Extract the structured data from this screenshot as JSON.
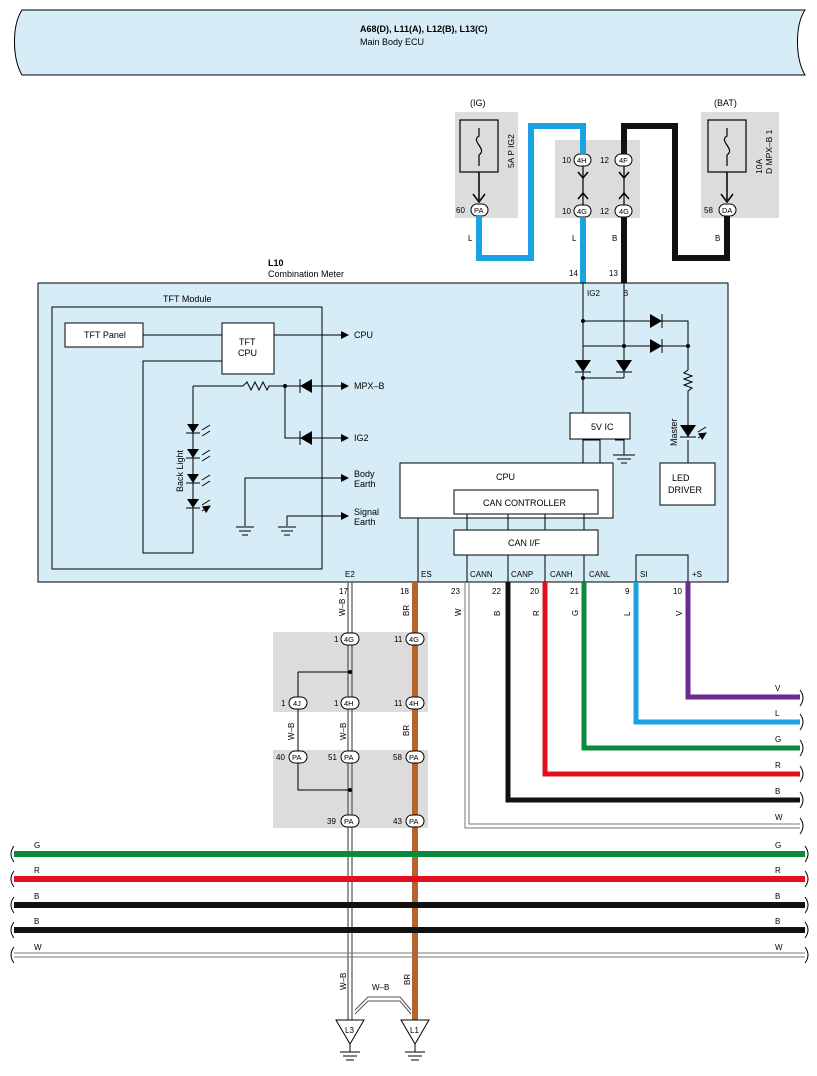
{
  "header": {
    "code": "A68(D), L11(A), L12(B), L13(C)",
    "name": "Main Body ECU"
  },
  "fuse_ig": {
    "group": "(IG)",
    "name": "5A P IG2",
    "pin": "60",
    "conn": "PA",
    "wire": "L"
  },
  "fuse_bat": {
    "group": "(BAT)",
    "amp": "10A",
    "name": "D MPX–B 1",
    "pin": "58",
    "conn": "DA",
    "wire": "B"
  },
  "jblock_top": {
    "pin_l_top": "10",
    "conn_l_top": "4H",
    "pin_r_top": "12",
    "conn_r_top": "4F",
    "pin_l_bot": "10",
    "conn_l_bot": "4G",
    "pin_r_bot": "12",
    "conn_r_bot": "4G",
    "wire_l": "L",
    "wire_r": "B"
  },
  "meter": {
    "code": "L10",
    "name": "Combination Meter",
    "pin_ig2": "14",
    "pin_b": "13",
    "lbl_ig2": "IG2",
    "lbl_b": "B",
    "tft_module": "TFT Module",
    "tft_panel": "TFT Panel",
    "tft_cpu_1": "TFT",
    "tft_cpu_2": "CPU",
    "out_cpu": "CPU",
    "out_mpxb": "MPX–B",
    "out_ig2": "IG2",
    "out_body_1": "Body",
    "out_body_2": "Earth",
    "out_sig_1": "Signal",
    "out_sig_2": "Earth",
    "backlight": "Back Light",
    "ic5v": "5V IC",
    "cpu": "CPU",
    "can_ctrl": "CAN CONTROLLER",
    "can_if": "CAN I/F",
    "master": "Master",
    "led_1": "LED",
    "led_2": "DRIVER",
    "bottom_labels": [
      "E2",
      "ES",
      "CANN",
      "CANP",
      "CANH",
      "CANL",
      "SI",
      "+S"
    ],
    "bottom_pins": [
      "17",
      "18",
      "23",
      "22",
      "20",
      "21",
      "9",
      "10"
    ],
    "bottom_wires": [
      "W–B",
      "BR",
      "W",
      "B",
      "R",
      "G",
      "L",
      "V"
    ]
  },
  "right_wires": [
    "V",
    "L",
    "G",
    "R",
    "B",
    "W"
  ],
  "jblock_bottom": {
    "r1_pin_a": "1",
    "r1_conn_a": "4G",
    "r1_pin_b": "11",
    "r1_conn_b": "4G",
    "r2_pin_a": "1",
    "r2_conn_a": "4J",
    "r2_pin_b": "1",
    "r2_conn_b": "4H",
    "r2_pin_c": "11",
    "r2_conn_c": "4H",
    "wire_a": "W–B",
    "wire_b": "W–B",
    "wire_c": "BR",
    "r3_pin_a": "40",
    "r3_conn_a": "PA",
    "r3_pin_b": "51",
    "r3_conn_b": "PA",
    "r3_pin_c": "58",
    "r3_conn_c": "PA",
    "r4_pin_a": "39",
    "r4_conn_a": "PA",
    "r4_pin_b": "43",
    "r4_conn_b": "PA"
  },
  "bus_wires": [
    "G",
    "R",
    "B",
    "B",
    "W"
  ],
  "ground": {
    "wire_l3": "W–B",
    "wire_shield": "W–B",
    "wire_l1": "BR",
    "l3": "L3",
    "l1": "L1"
  },
  "colors": {
    "L": "#1aa3e0",
    "B": "#111111",
    "R": "#e0101e",
    "G": "#0a8a3a",
    "V": "#6a2a8e",
    "BR": "#b5642d",
    "panel": "#d6ecf7",
    "block": "#dcdcdc"
  }
}
